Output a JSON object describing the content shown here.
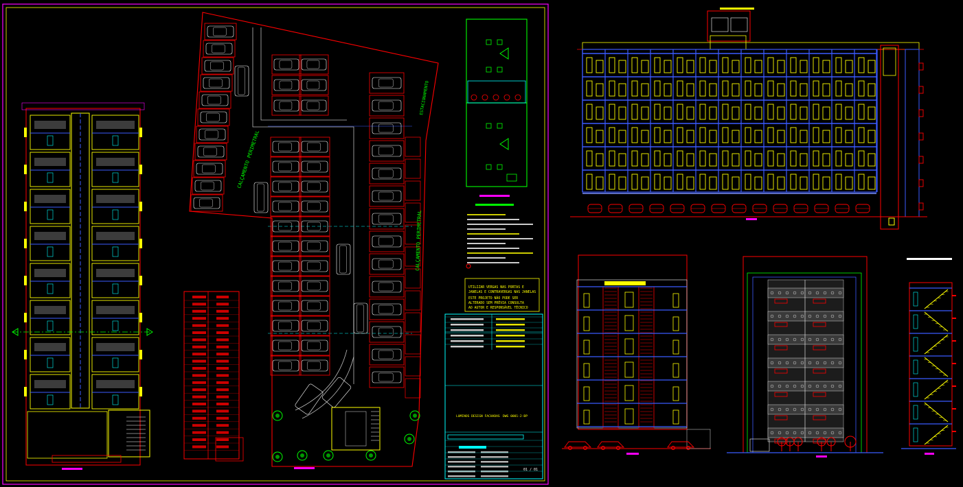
{
  "drawing": {
    "background": "#000000",
    "colors": {
      "frame": "#ff00ff",
      "walls": "#ffff00",
      "outline": "#ff0000",
      "grid": "#3b5bff",
      "accent": "#00ffff",
      "green": "#00ff00",
      "white": "#ffffff"
    },
    "title_block": {
      "company": "LUMINOS DESIGN FACHADAS",
      "code": "DWG 0001-2-BP",
      "sheet": "01 / 01"
    },
    "notes": {
      "note_box": [
        "UTILIZAR VERGAS NAS PORTAS E",
        "JANELAS E CONTRAVERGAS NAS JANELAS",
        "ESTE PROJETO NÃO PODE SER",
        "ALTERADO SEM PRÉVIA CONSULTA",
        "AO AUTOR E RESPONSÁVEL TÉCNICO"
      ]
    },
    "sidewalk_labels": [
      "CALÇAMENTO PERIMETRAL",
      "CALÇAMENTO PERIMETRAL",
      "ESTACIONAMENTO"
    ]
  }
}
